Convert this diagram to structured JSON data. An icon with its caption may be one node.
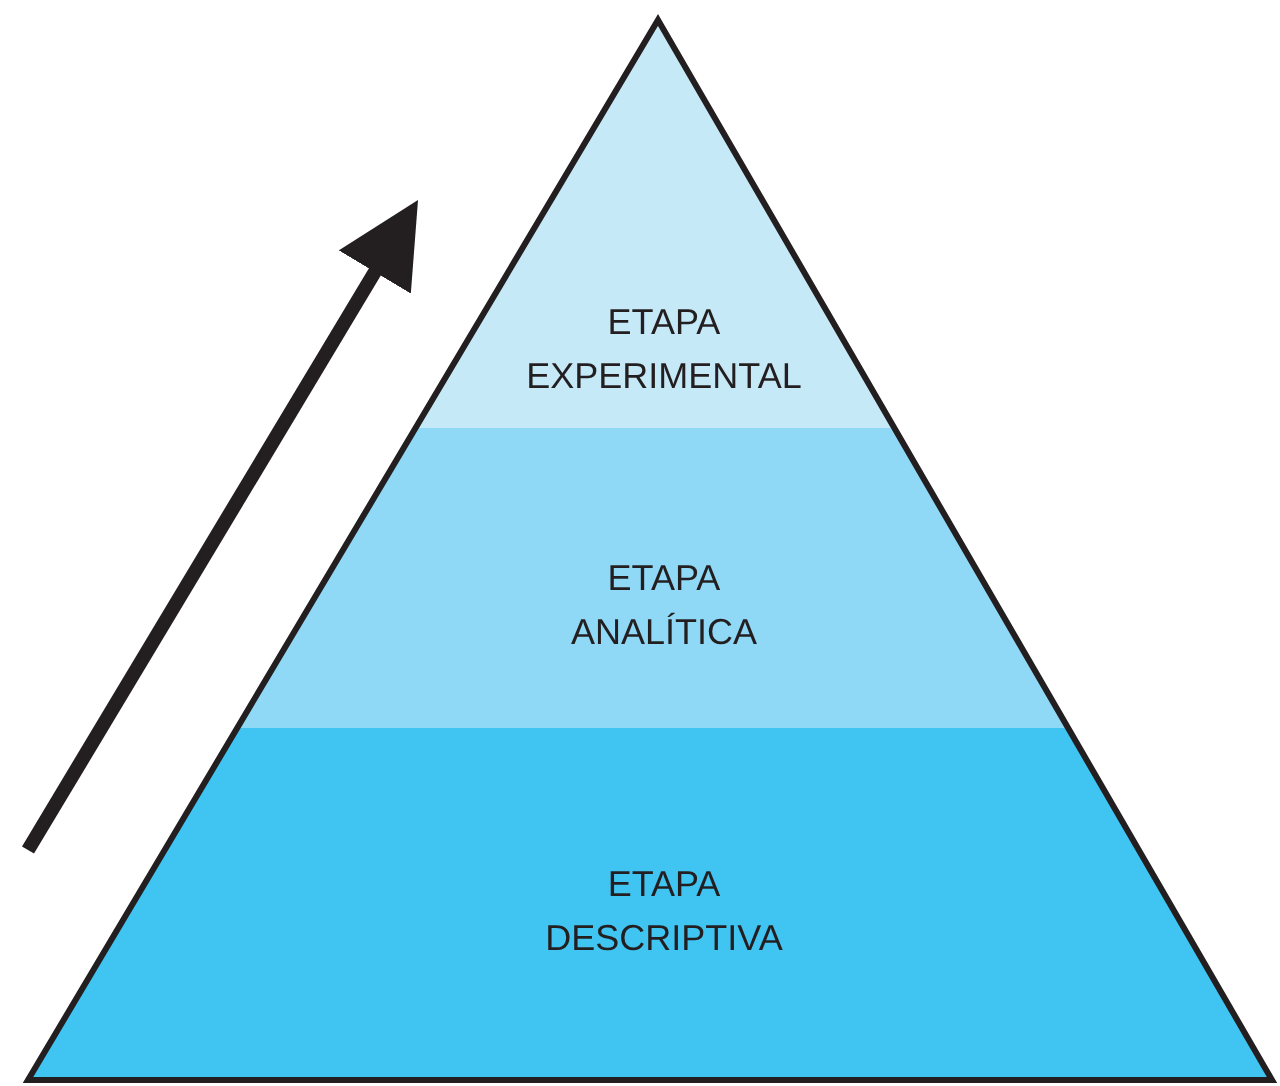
{
  "diagram": {
    "nodes": [
      {
        "text": [
          "ETAPA EXPERIMENTAL"
        ]
      },
      {
        "text": [
          "ETAPA ANALÍTICA"
        ]
      },
      {
        "text": [
          "ETAPA DESCRIPTIVA"
        ]
      }
    ]
  }
}
